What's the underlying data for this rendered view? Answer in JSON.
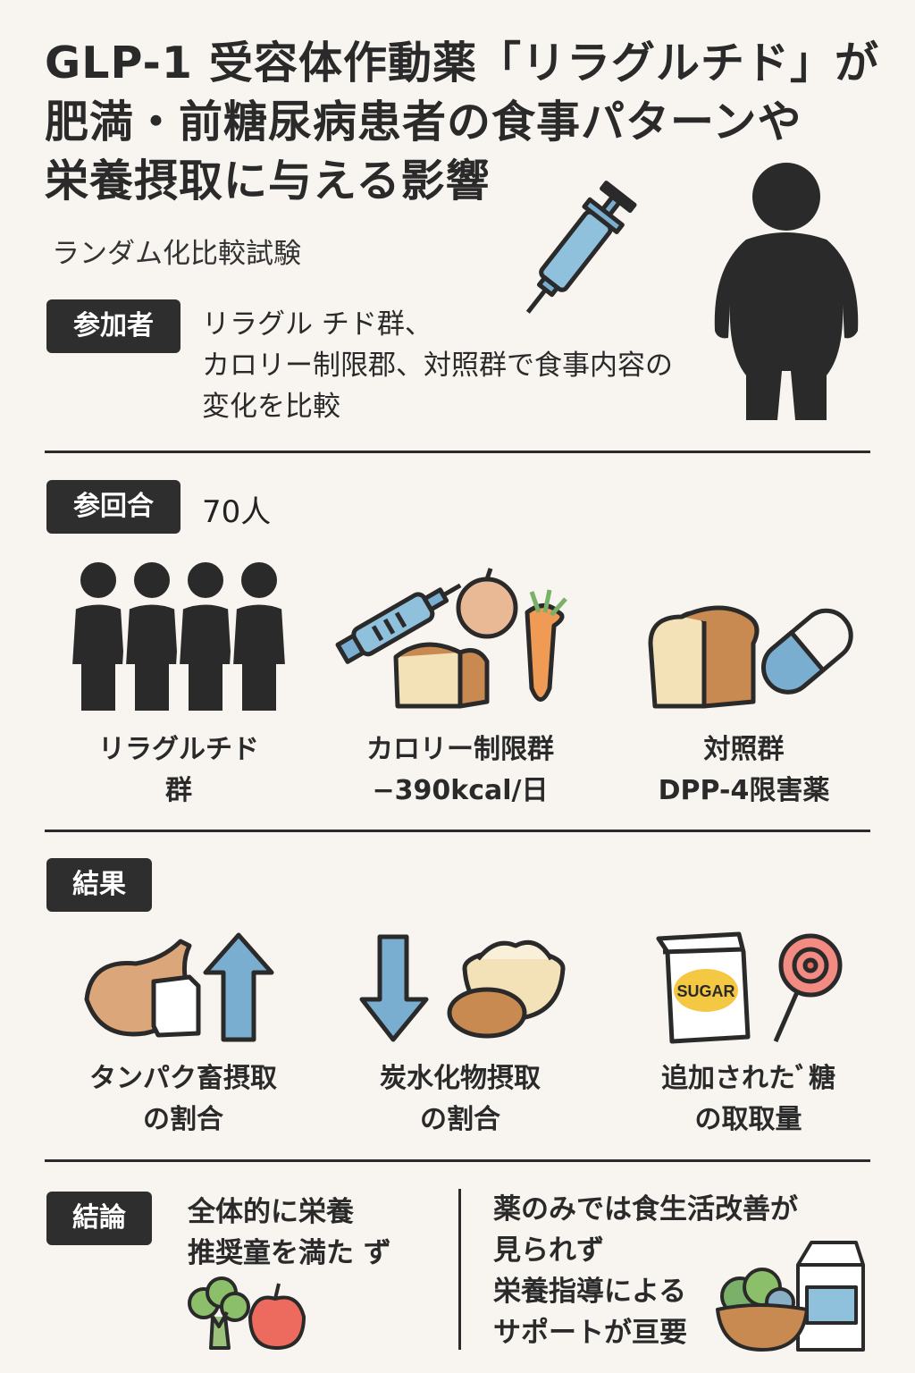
{
  "title": {
    "line1": "GLP-1 受容体作動薬「リラグルチド」が",
    "line2": "肥満・前糖尿病患者の食事パターンや",
    "line3": "栄養摂取に与える影響"
  },
  "subtitle": "ランダム化比較試験",
  "participants": {
    "label": "参加者",
    "line1": "リラグル チド群、",
    "line2": "カロリー制限郡、対照群で食事内容の",
    "line3": "変化を比較"
  },
  "count": {
    "label": "参回合",
    "value": "70人"
  },
  "groups": [
    {
      "line1": "リラグルチド",
      "line2": "群"
    },
    {
      "line1": "カロリー制限群",
      "line2": "−390kcal/日"
    },
    {
      "line1": "対照群",
      "line2": "DPP-4限害薬"
    }
  ],
  "results": {
    "label": "結果",
    "items": [
      {
        "line1": "タンパク畜摂取",
        "line2": "の割合"
      },
      {
        "line1": "炭水化物摂取",
        "line2": "の割合"
      },
      {
        "line1": "追加されたﾞ糖",
        "line2": "の取取量"
      }
    ]
  },
  "conclusion": {
    "label": "結論",
    "left_line1": "全体的に栄養",
    "left_line2": "推奨童を満た ず",
    "right_line1": "薬のみでは食生活改善が",
    "right_line2": "見られず",
    "right_line3": "栄養指導による",
    "right_line4": "サポートが亘要"
  },
  "icons": {
    "sugar_bag_text": "SUGAR"
  },
  "colors": {
    "dark": "#2e2e2e",
    "blue": "#7aaed0",
    "tan": "#e8c9a0",
    "red": "#e86a5e"
  }
}
